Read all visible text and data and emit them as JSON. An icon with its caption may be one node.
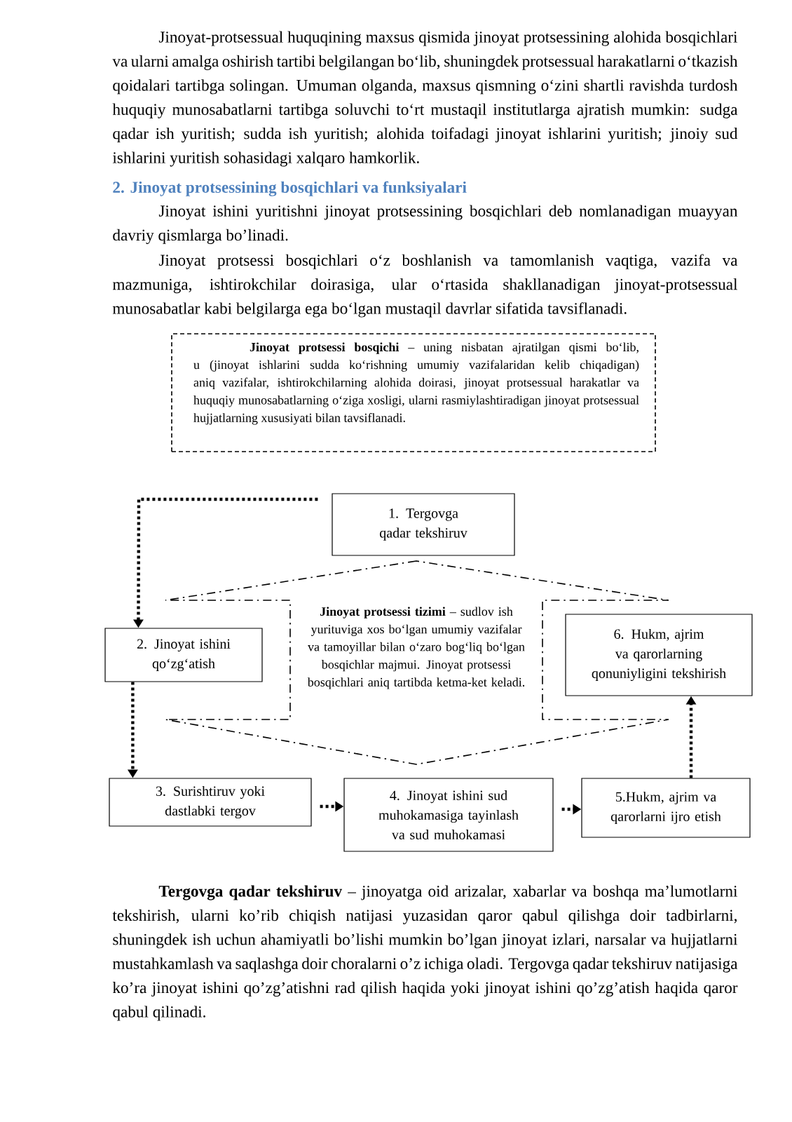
{
  "diagram": {
    "nodes": [
      {
        "text": [
          "**Jinoyat protsessi bosqichi** – uning nisbatan ajratilgan qismi bo‘lib, u (jinoyat ishlarini sudda ko‘rishning umumiy vazifalaridan kelib chiqadigan) aniq vazifalar, ishtirokchilarning alohida doirasi, jinoyat protsessual harakatlar va huquqiy munosabatlarning o‘ziga xosligi, ularni rasmiylashtiradigan jinoyat protsessual hujjatlarning xususiyati bilan tavsiflanadi."
        ]
      },
      {
        "text": [
          "1. Tergovga qadar tekshiruv"
        ]
      },
      {
        "text": [
          "2. Jinoyat ishini qo‘zg‘atish"
        ]
      },
      {
        "text": [
          "**Jinoyat protsessi tizimi** – sudlov ish yurituviga xos bo‘lgan umumiy vazifalar va tamoyillar bilan o‘zaro bog‘liq bo‘lgan bosqichlar majmui. Jinoyat protsessi bosqichlari aniq tartibda ketma-ket keladi."
        ]
      },
      {
        "text": [
          "6. Hukm, ajrim va qarorlarning qonuniyligini tekshirish"
        ]
      },
      {
        "text": [
          "3. Surishtiruv yoki dastlabki tergov"
        ]
      },
      {
        "text": [
          "4. Jinoyat ishini sud muhokamasiga tayinlash va sud muhokamasi"
        ]
      },
      {
        "text": [
          "5.Hukm, ajrim va qarorlarni ijro etish"
        ]
      }
    ],
    "edges": [
      {
        "from": 1,
        "to": 2,
        "arrow": "to"
      },
      {
        "from": 2,
        "to": 5,
        "arrow": "to"
      },
      {
        "from": 5,
        "to": 6,
        "arrow": "to"
      },
      {
        "from": 6,
        "to": 7,
        "arrow": "to"
      },
      {
        "from": 7,
        "to": 4,
        "arrow": "to"
      }
    ],
    "labels": [
      "Jinoyat-protsessual huquqining maxsus qismida jinoyat protsessining alohida bosqichlari va ularni amalga oshirish tartibi belgilangan bo‘lib, shuningdek protsessual harakatlarni o‘tkazish qoidalari tartibga solingan. Umuman olganda, maxsus qismning o‘zini shartli ravishda turdosh huquqiy munosabatlarni tartibga soluvchi to‘rt mustaqil institutlarga ajratish mumkin: sudga qadar ish yuritish; sudda ish yuritish; alohida toifadagi jinoyat ishlarini yuritish; jinoiy sud ishlarini yuritish sohasidagi xalqaro hamkorlik.",
      "2. Jinoyat protsessining bosqichlari va funksiyalari",
      "Jinoyat ishini yuritishni jinoyat protsessining bosqichlari deb nomlanadigan muayyan davriy qismlarga bo’linadi.",
      "Jinoyat protsessi bosqichlari o‘z boshlanish va tamomlanish vaqtiga, vazifa va mazmuniga, ishtirokchilar doirasiga, ular o‘rtasida shakllanadigan jinoyat-protsessual munosabatlar kabi belgilarga ega bo‘lgan mustaqil davrlar sifatida tavsiflanadi.",
      "**Tergovga qadar tekshiruv** – jinoyatga oid arizalar, xabarlar va boshqa ma’lumotlarni tekshirish, ularni ko’rib chiqish natijasi yuzasidan qaror qabul qilishga doir tadbirlarni, shuningdek ish uchun ahamiyatli bo’lishi mumkin bo’lgan jinoyat izlari, narsalar va hujjatlarni mustahkamlash va saqlashga doir choralarni o’z ichiga oladi. Tergovga qadar tekshiruv natijasiga ko’ra jinoyat ishini qo’zg’atishni rad qilish haqida yoki jinoyat ishini qo’zg’atish haqida qaror qabul qilinadi."
    ]
  }
}
